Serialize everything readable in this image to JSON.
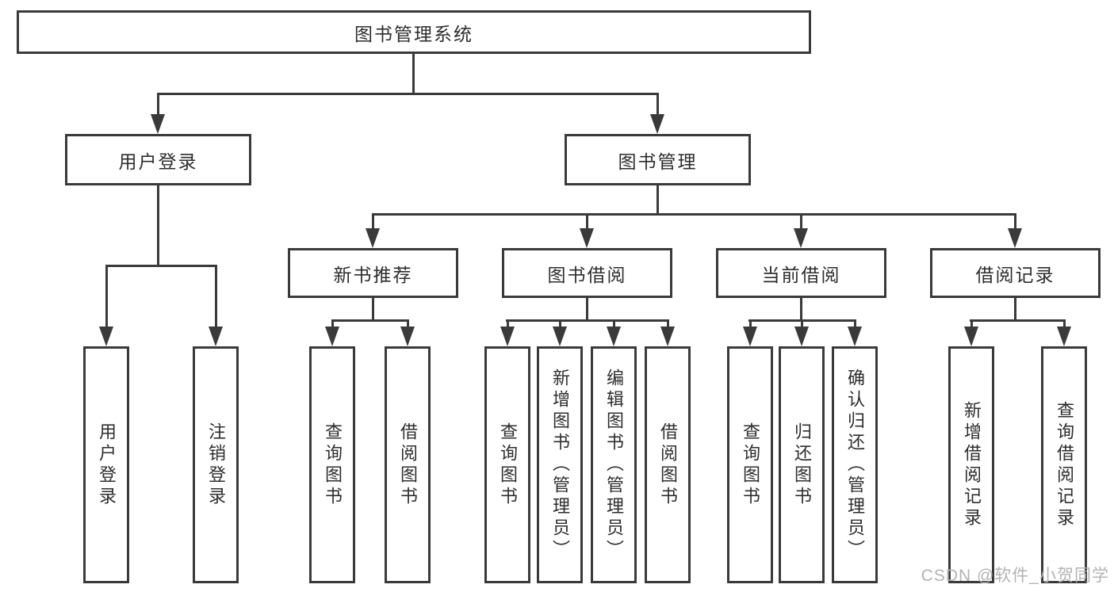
{
  "diagram": {
    "root": {
      "label": "图书管理系统",
      "children": [
        {
          "label": "用户登录",
          "children": [
            {
              "label": "用户登录"
            },
            {
              "label": "注销登录"
            }
          ]
        },
        {
          "label": "图书管理",
          "children": [
            {
              "label": "新书推荐",
              "children": [
                {
                  "label": "查询图书"
                },
                {
                  "label": "借阅图书"
                }
              ]
            },
            {
              "label": "图书借阅",
              "children": [
                {
                  "label": "查询图书"
                },
                {
                  "label": "新增图书（管理员）"
                },
                {
                  "label": "编辑图书（管理员）"
                },
                {
                  "label": "借阅图书"
                }
              ]
            },
            {
              "label": "当前借阅",
              "children": [
                {
                  "label": "查询图书"
                },
                {
                  "label": "归还图书"
                },
                {
                  "label": "确认归还（管理员）"
                }
              ]
            },
            {
              "label": "借阅记录",
              "children": [
                {
                  "label": "新增借阅记录"
                },
                {
                  "label": "查询借阅记录"
                }
              ]
            }
          ]
        }
      ]
    }
  },
  "watermark": {
    "text": "CSDN @软件_小贺同学"
  },
  "colors": {
    "line": "#3a3a3a",
    "text": "#2d2d2d",
    "watermark": "#b3b3b3",
    "background": "#ffffff"
  }
}
